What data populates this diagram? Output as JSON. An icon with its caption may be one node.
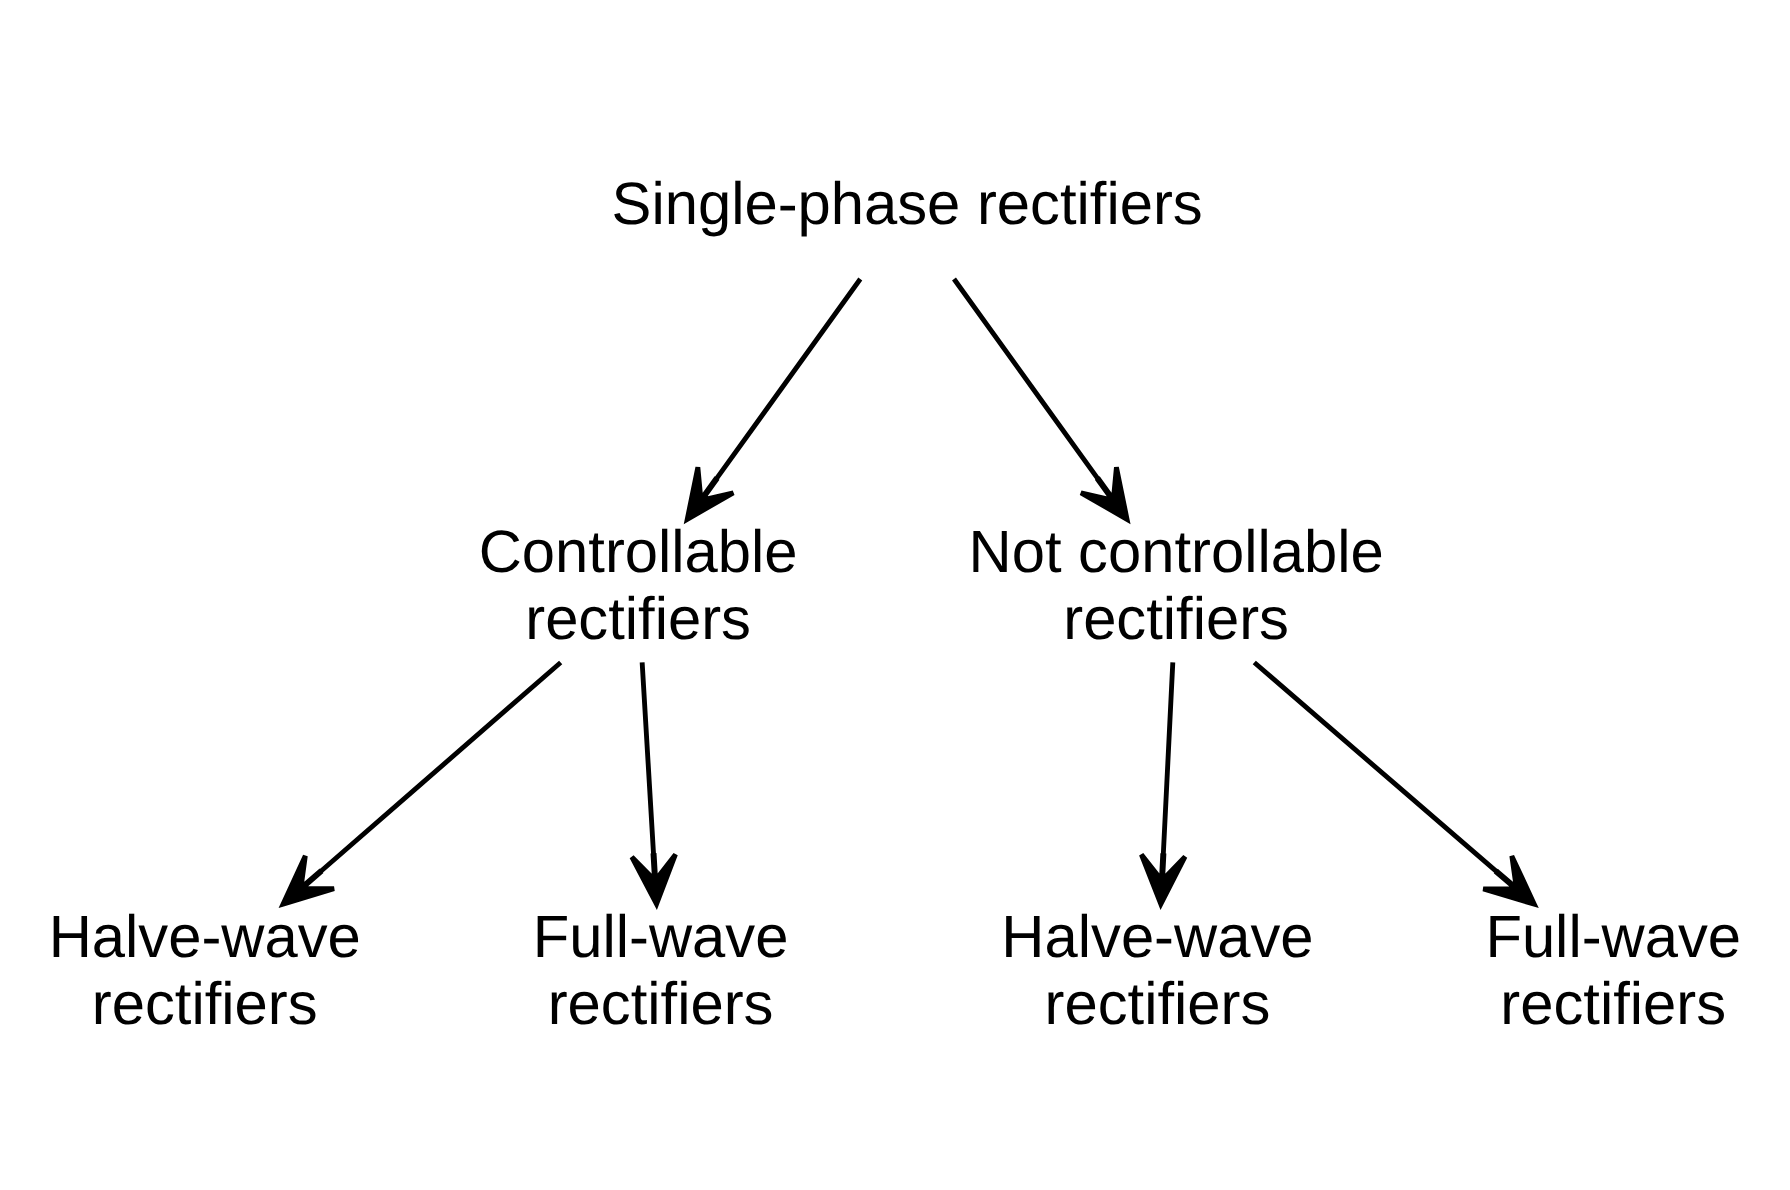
{
  "diagram": {
    "nodes": [
      {
        "text": [
          "Single-phase rectifiers"
        ]
      },
      {
        "text": [
          "Controllable rectifiers"
        ]
      },
      {
        "text": [
          "Not controllable rectifiers"
        ]
      },
      {
        "text": [
          "Halve-wave rectifiers"
        ]
      },
      {
        "text": [
          "Full-wave rectifiers"
        ]
      },
      {
        "text": [
          "Halve-wave rectifiers"
        ]
      },
      {
        "text": [
          "Full-wave rectifiers"
        ]
      }
    ],
    "edges": [
      {
        "from": 0,
        "to": 1,
        "arrow": "to"
      },
      {
        "from": 0,
        "to": 2,
        "arrow": "to"
      },
      {
        "from": 1,
        "to": 3,
        "arrow": "to"
      },
      {
        "from": 1,
        "to": 4,
        "arrow": "to"
      },
      {
        "from": 2,
        "to": 5,
        "arrow": "to"
      },
      {
        "from": 2,
        "to": 6,
        "arrow": "to"
      }
    ]
  }
}
